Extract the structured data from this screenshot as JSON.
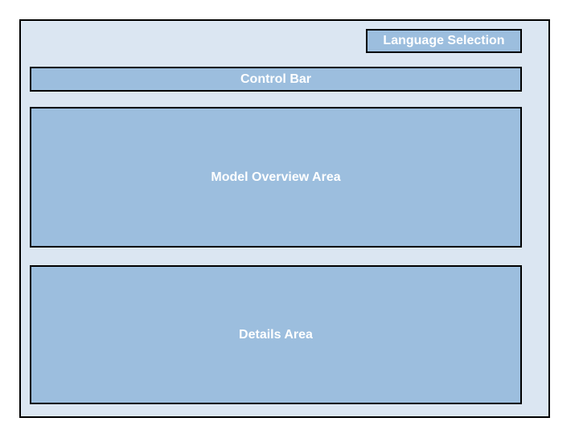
{
  "colors": {
    "page_bg": "#ffffff",
    "frame_fill": "#dbe6f2",
    "region_fill": "#9cbede",
    "border": "#000000",
    "label_text": "#ffffff"
  },
  "layout": {
    "frame": {
      "regions": {
        "language_selection": {
          "label": "Language Selection"
        },
        "control_bar": {
          "label": "Control Bar"
        },
        "model_overview": {
          "label": "Model Overview Area"
        },
        "details": {
          "label": "Details Area"
        }
      }
    }
  }
}
